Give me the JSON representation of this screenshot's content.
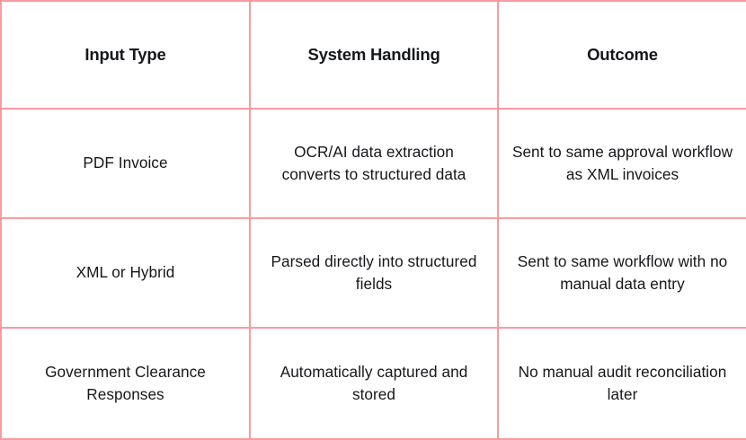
{
  "table": {
    "name": "input-handling-outcome-table",
    "border_color": "#f99ba0",
    "text_color": "#15171a",
    "background_color": "#ffffff",
    "columns": [
      {
        "key": "input_type",
        "label": "Input Type"
      },
      {
        "key": "system_handling",
        "label": "System Handling"
      },
      {
        "key": "outcome",
        "label": "Outcome"
      }
    ],
    "rows": [
      {
        "input_type": "PDF Invoice",
        "system_handling": "OCR/AI data extraction converts to structured data",
        "outcome": "Sent to same approval workflow as XML invoices"
      },
      {
        "input_type": "XML or Hybrid",
        "system_handling": "Parsed directly into structured fields",
        "outcome": "Sent to same workflow with no manual data entry"
      },
      {
        "input_type": "Government Clearance Responses",
        "system_handling": "Automatically captured and stored",
        "outcome": "No manual audit reconciliation later"
      }
    ]
  }
}
